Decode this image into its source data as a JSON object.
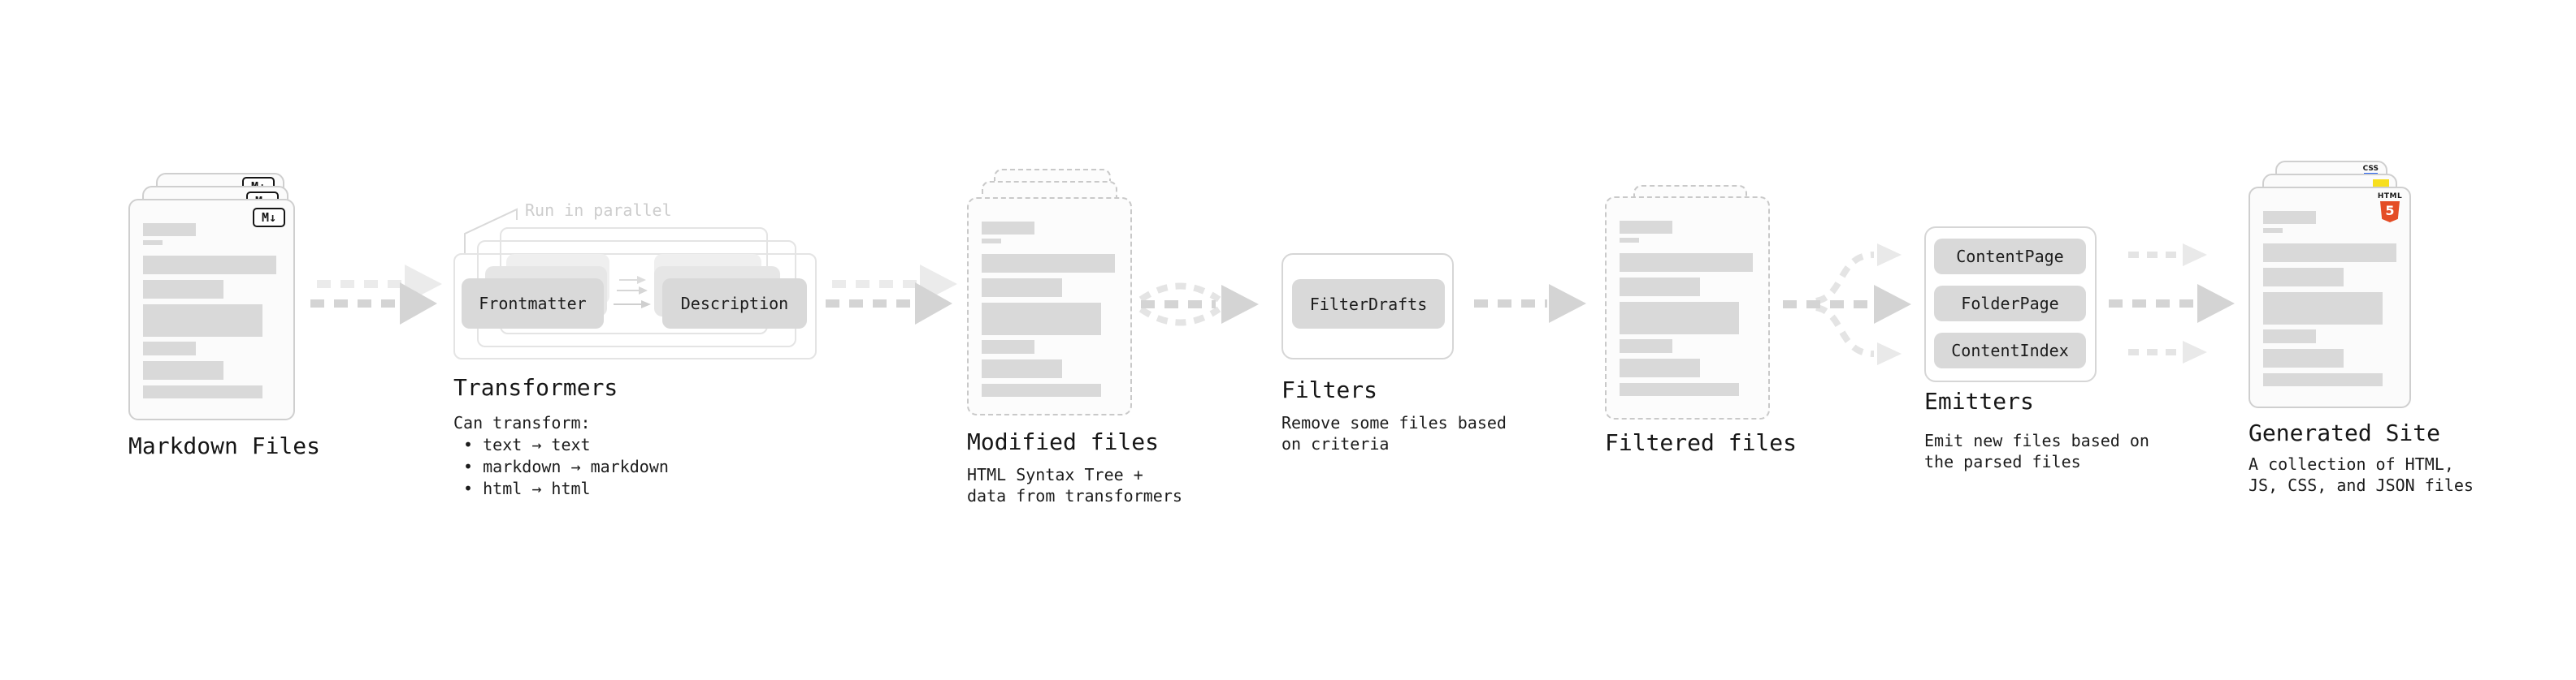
{
  "stages": {
    "markdown": {
      "title": "Markdown Files",
      "icon_label": "M↓"
    },
    "transformers": {
      "title": "Transformers",
      "annotation": "Run in parallel",
      "pills": [
        "Frontmatter",
        "Description"
      ],
      "desc_lines": [
        "Can transform:",
        " • text → text",
        " • markdown → markdown",
        " • html → html"
      ]
    },
    "modified": {
      "title": "Modified files",
      "desc_lines": [
        "HTML Syntax Tree +",
        "data from transformers"
      ]
    },
    "filters": {
      "title": "Filters",
      "pills": [
        "FilterDrafts"
      ],
      "desc_lines": [
        "Remove some files based",
        "on criteria"
      ]
    },
    "filtered": {
      "title": "Filtered files"
    },
    "emitters": {
      "title": "Emitters",
      "pills": [
        "ContentPage",
        "FolderPage",
        "ContentIndex"
      ],
      "desc_lines": [
        "Emit new files based on",
        "the parsed files"
      ]
    },
    "generated": {
      "title": "Generated Site",
      "desc_lines": [
        "A collection of HTML,",
        "JS, CSS, and JSON files"
      ],
      "badges": {
        "html_label": "HTML",
        "html_number": "5",
        "css_label": "CSS"
      }
    }
  },
  "colors": {
    "html5_orange": "#e44d26",
    "js_yellow": "#f7df1e",
    "css_blue": "#2965f1",
    "pill_gray": "#d9d9d9",
    "arrow_gray": "#d4d4d4",
    "arrow_light": "#ebebeb",
    "text_dark": "#161616",
    "muted_annotation": "#cdcdcd"
  }
}
